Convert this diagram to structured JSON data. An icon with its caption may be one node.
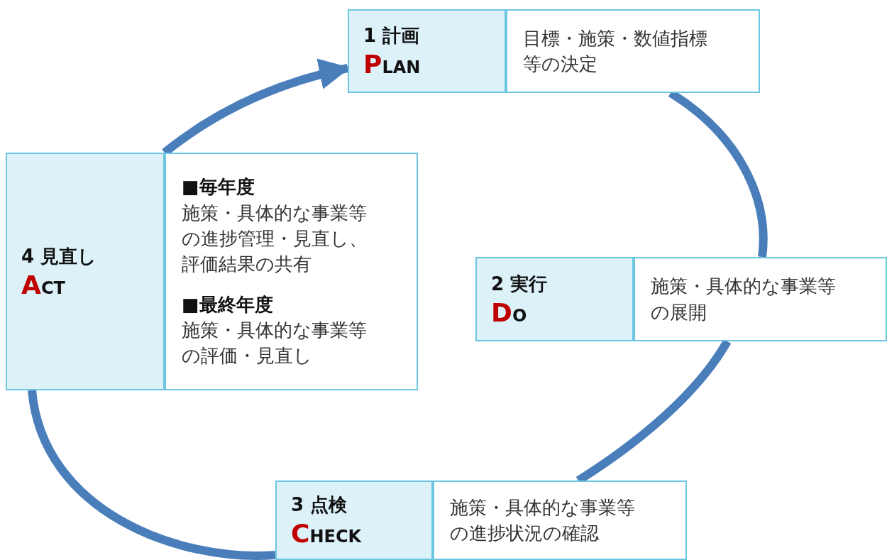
{
  "diagram": {
    "nodes": [
      {
        "text": [
          "1 計画",
          "PLAN"
        ]
      },
      {
        "text": [
          "目標・施策・数値指標等の決定"
        ]
      },
      {
        "text": [
          "2 実行",
          "DO"
        ]
      },
      {
        "text": [
          "施策・具体的な事業等の展開"
        ]
      },
      {
        "text": [
          "3 点検",
          "CHECK"
        ]
      },
      {
        "text": [
          "施策・具体的な事業等の進捗状況の確認"
        ]
      },
      {
        "text": [
          "4 見直し",
          "ACT"
        ]
      },
      {
        "text": [
          "■毎年度",
          "施策・具体的な事業等の進捗管理・見直し、評価結果の共有",
          "■最終年度",
          "施策・具体的な事業等の評価・見直し"
        ]
      }
    ],
    "edges": [
      {
        "from": 1,
        "to": 3,
        "arrow": "none"
      },
      {
        "from": 3,
        "to": 5,
        "arrow": "none"
      },
      {
        "from": 4,
        "to": 6,
        "arrow": "none"
      },
      {
        "from": 7,
        "to": 0,
        "arrow": "to"
      }
    ]
  }
}
